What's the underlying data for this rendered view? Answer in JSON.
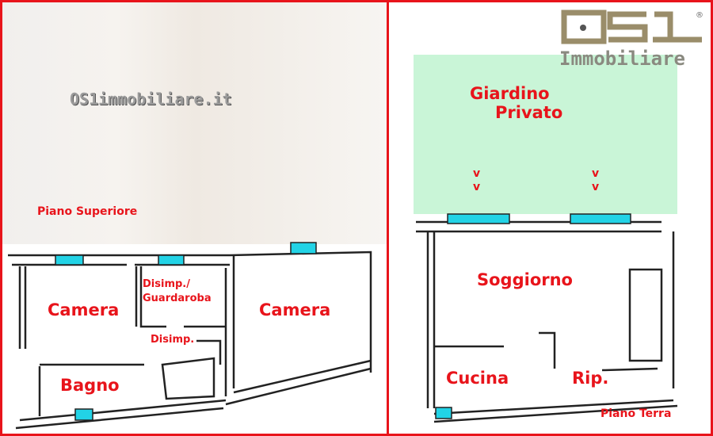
{
  "logo": {
    "brand": "OS1",
    "subtitle": "Immobiliare",
    "registered": "®"
  },
  "upper_floor": {
    "watermark": "OS1immobiliare.it",
    "title": "Piano Superiore",
    "rooms": [
      "Camera",
      "Disimp./",
      "Guardaroba",
      "Camera",
      "Disimp.",
      "Bagno"
    ]
  },
  "ground_floor": {
    "title": "Piano Terra",
    "garden_line1": "Giardino",
    "garden_line2": "Privato",
    "rooms": [
      "Soggiorno",
      "Cucina",
      "Rip."
    ],
    "access_arrow": "v"
  },
  "colors": {
    "label": "#e8141b",
    "window": "#22d3e6",
    "garden": "#c9f5d7",
    "wall": "#222222"
  }
}
